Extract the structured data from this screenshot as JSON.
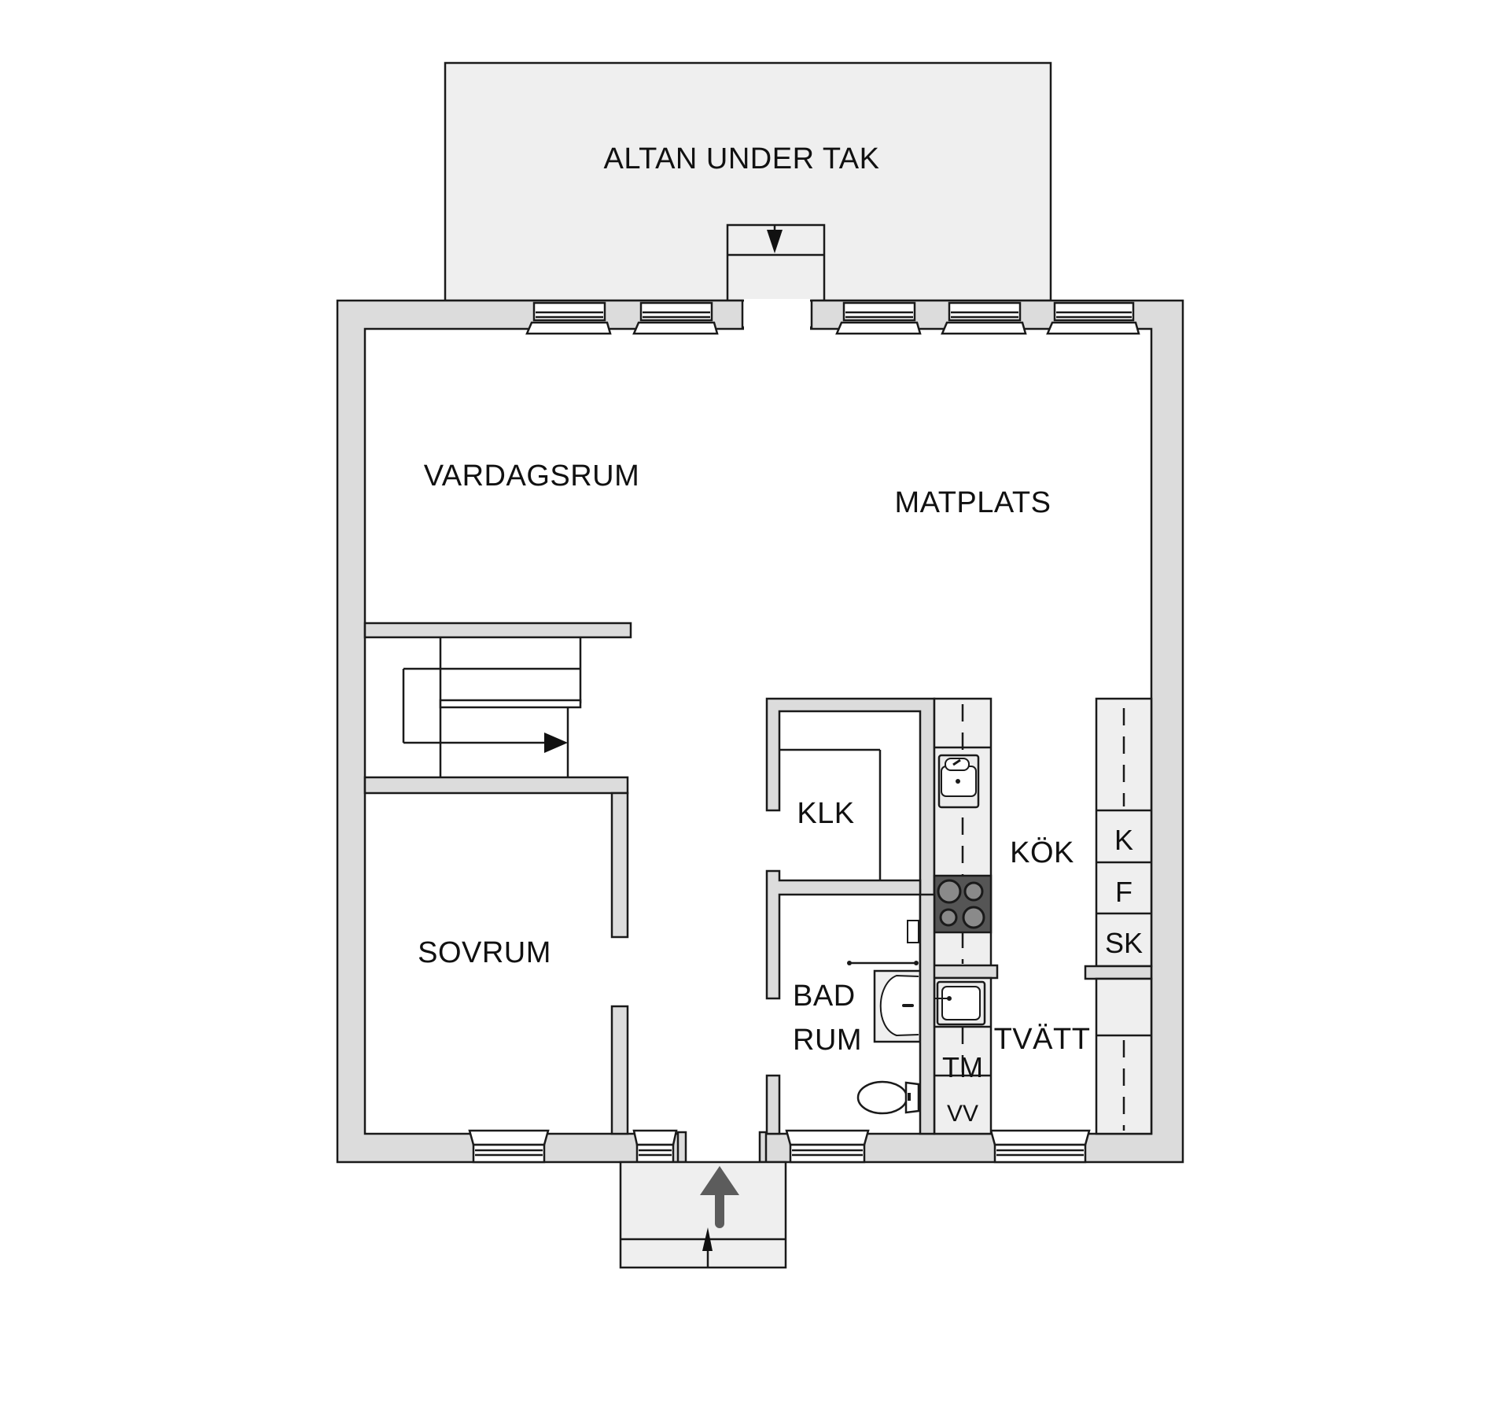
{
  "plan": {
    "type": "floor-plan",
    "colors": {
      "wall": "#dcdcdc",
      "exterior": "#efefef",
      "stove": "#555555",
      "entry_arrow": "#5c5c5c",
      "stroke": "#1a1a1a"
    },
    "rooms": {
      "altan": "ALTAN UNDER TAK",
      "vardagsrum": "VARDAGSRUM",
      "matplats": "MATPLATS",
      "klk": "KLK",
      "kok": "KÖK",
      "sovrum": "SOVRUM",
      "bad_line1": "BAD",
      "bad_line2": "RUM",
      "tvatt": "TVÄTT"
    },
    "appliances": {
      "kyl": "K",
      "frys": "F",
      "skap": "SK",
      "torktumlare": "TM",
      "varmvatten": "VV"
    },
    "icons": [
      "door-arrow-icon",
      "stairs-arrow-icon",
      "entrance-arrow-icon",
      "window-icon",
      "sink-icon",
      "stove-icon",
      "washbasin-icon",
      "toilet-icon",
      "shower-icon"
    ]
  }
}
